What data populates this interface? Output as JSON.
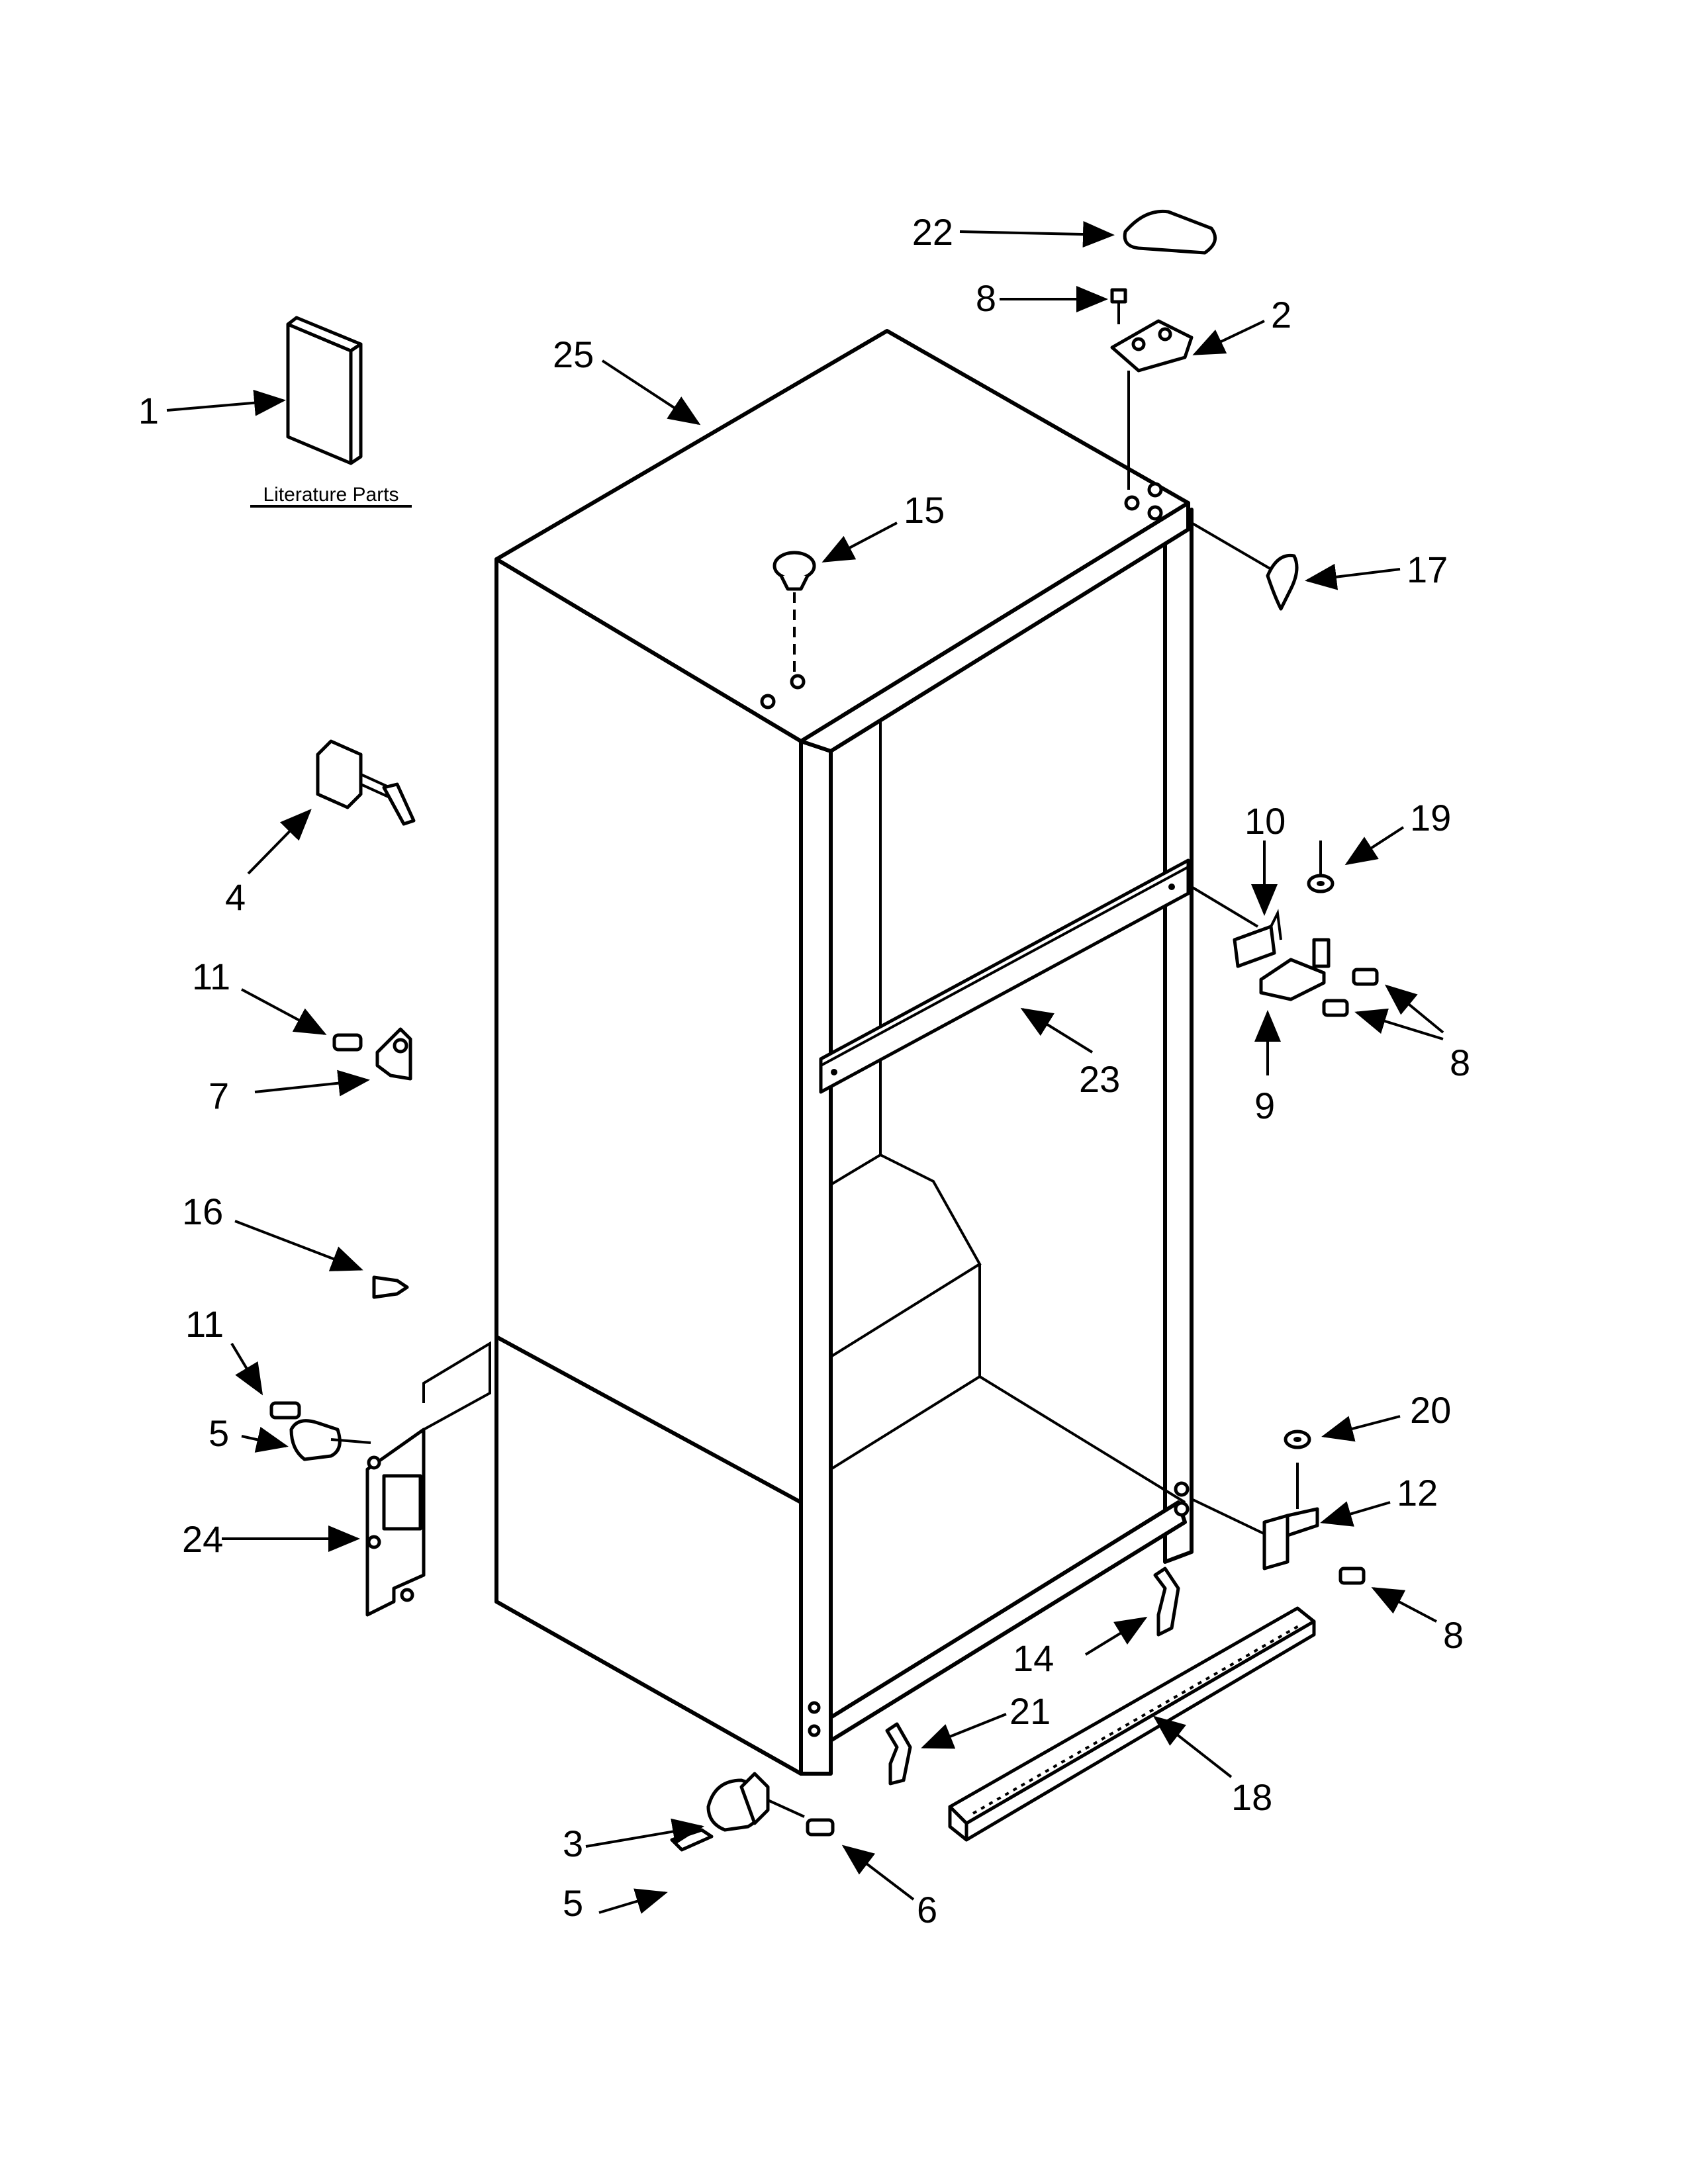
{
  "literature_caption": "Literature Parts",
  "callouts": {
    "c1": "1",
    "c2": "2",
    "c3": "3",
    "c4": "4",
    "c5a": "5",
    "c5b": "5",
    "c6": "6",
    "c7": "7",
    "c8a": "8",
    "c8b": "8",
    "c8c": "8",
    "c9": "9",
    "c10": "10",
    "c11a": "11",
    "c11b": "11",
    "c12": "12",
    "c14": "14",
    "c15": "15",
    "c16": "16",
    "c17": "17",
    "c18": "18",
    "c19": "19",
    "c20": "20",
    "c21": "21",
    "c22": "22",
    "c23": "23",
    "c24": "24",
    "c25": "25"
  }
}
